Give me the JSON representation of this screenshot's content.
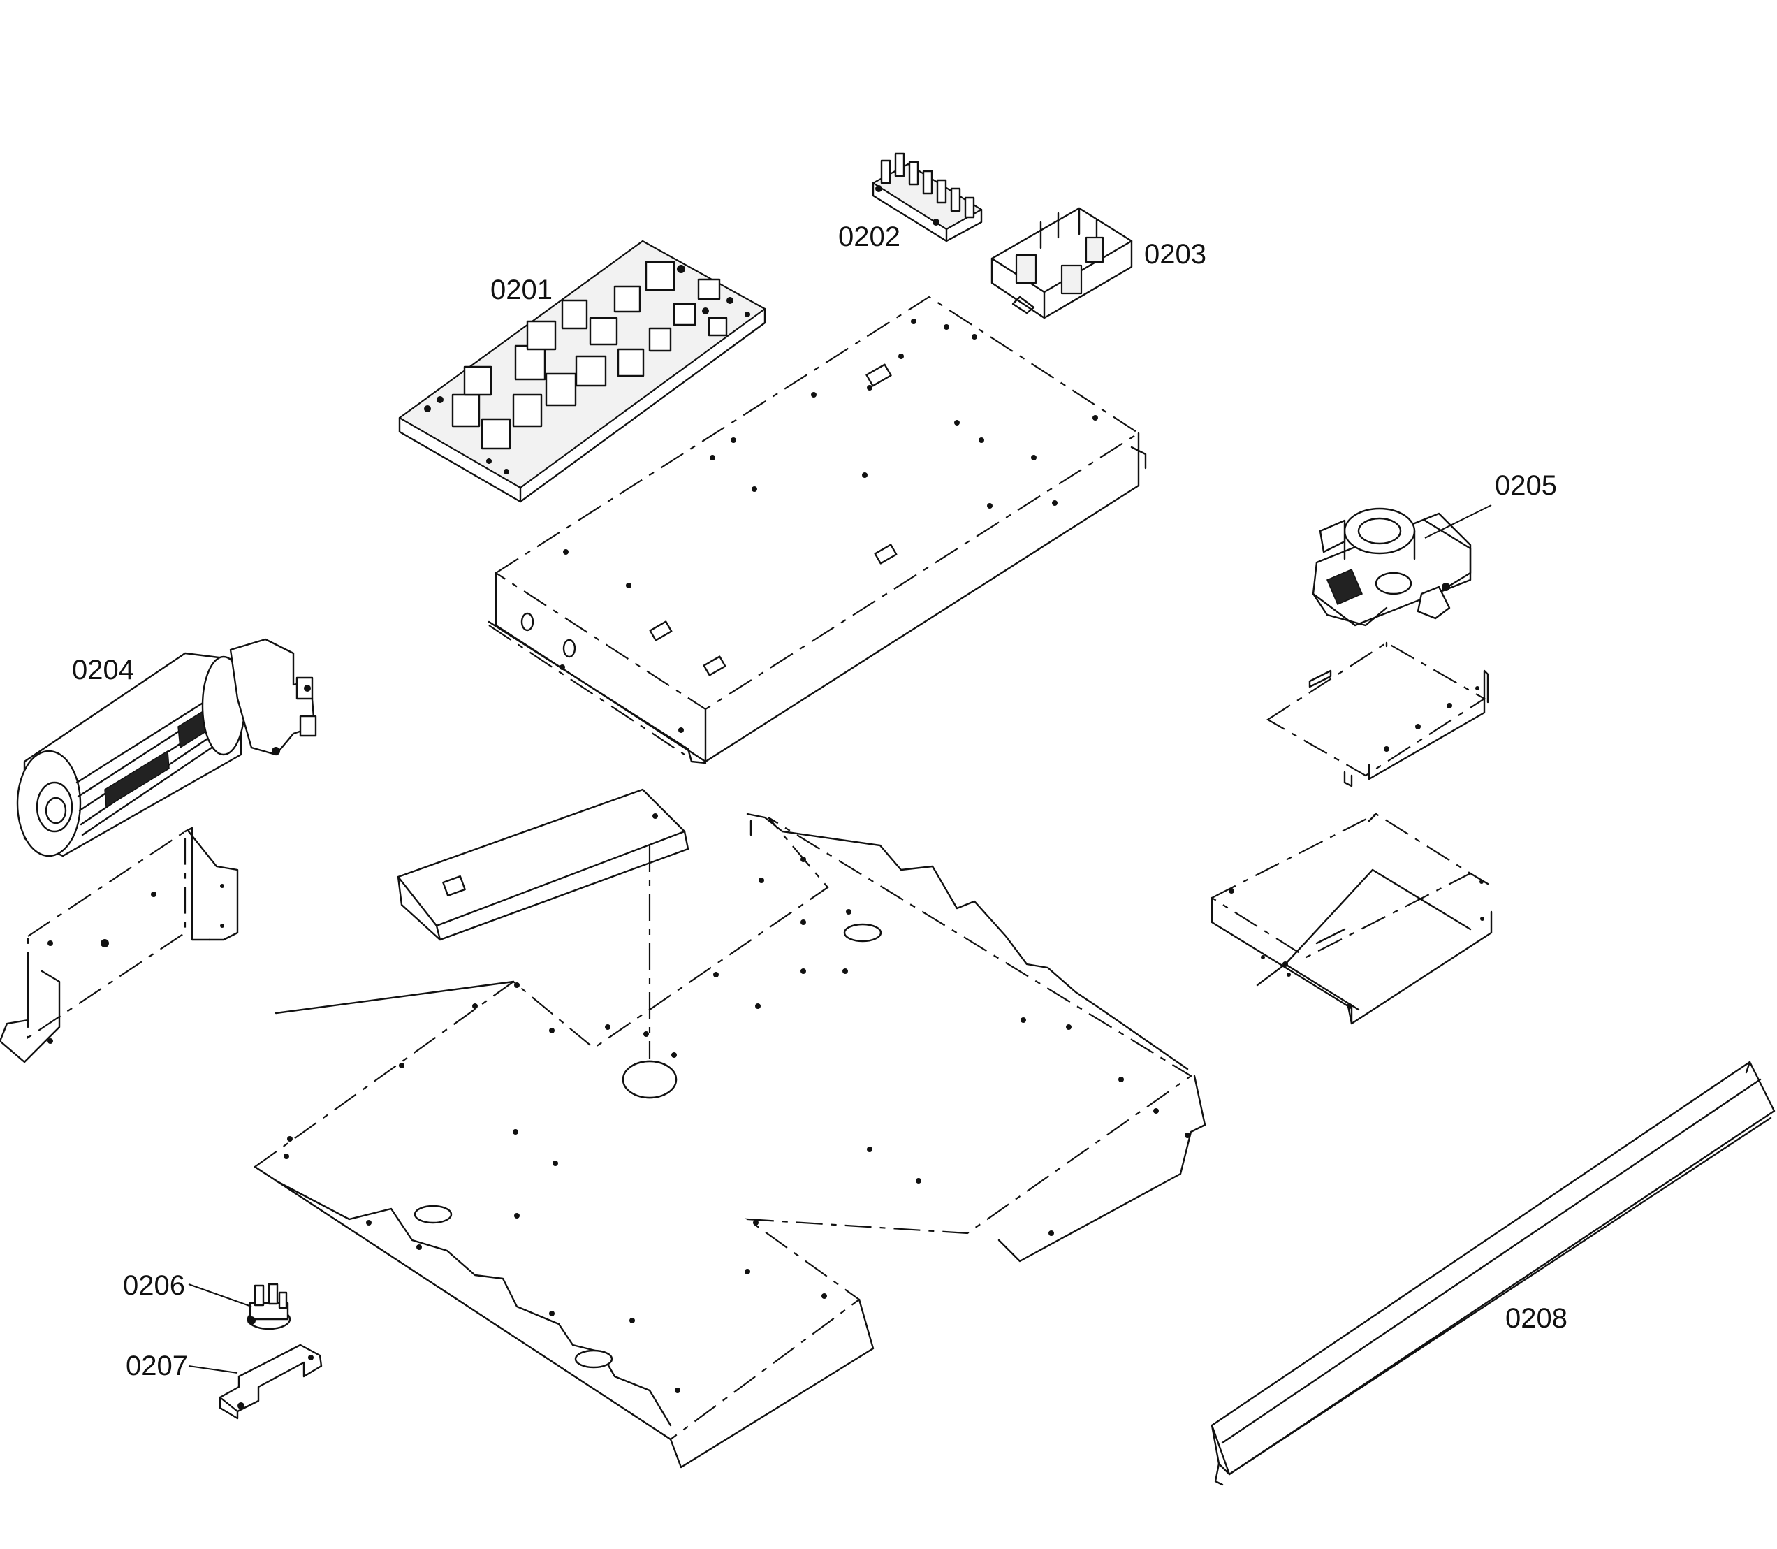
{
  "diagram": {
    "callouts": [
      {
        "id": "0201",
        "label": "0201"
      },
      {
        "id": "0202",
        "label": "0202"
      },
      {
        "id": "0203",
        "label": "0203"
      },
      {
        "id": "0204",
        "label": "0204"
      },
      {
        "id": "0205",
        "label": "0205"
      },
      {
        "id": "0206",
        "label": "0206"
      },
      {
        "id": "0207",
        "label": "0207"
      },
      {
        "id": "0208",
        "label": "0208"
      }
    ]
  }
}
